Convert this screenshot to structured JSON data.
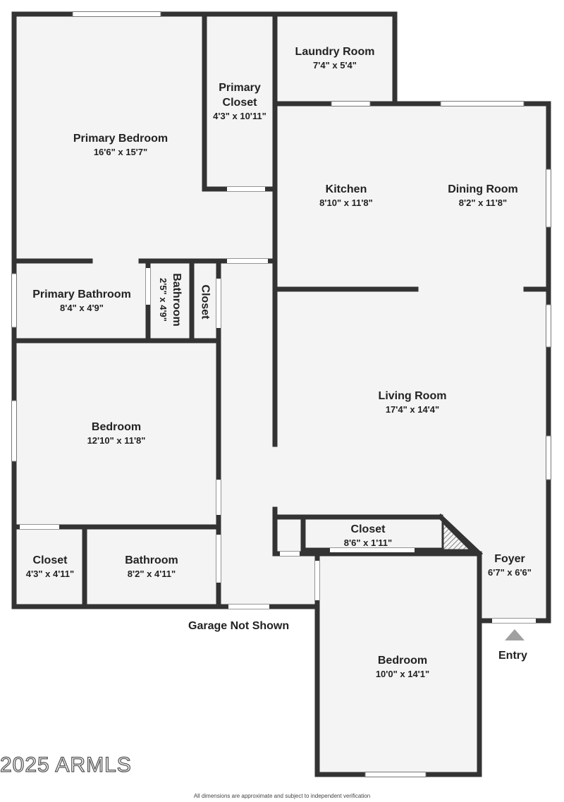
{
  "rooms": {
    "primary_bedroom": {
      "name": "Primary Bedroom",
      "dims": "16'6\" x 15'7\""
    },
    "primary_closet": {
      "name_line1": "Primary",
      "name_line2": "Closet",
      "dims": "4'3\" x 10'11\""
    },
    "laundry_room": {
      "name": "Laundry Room",
      "dims": "7'4\" x 5'4\""
    },
    "kitchen": {
      "name": "Kitchen",
      "dims": "8'10\" x 11'8\""
    },
    "dining_room": {
      "name": "Dining Room",
      "dims": "8'2\" x 11'8\""
    },
    "primary_bathroom": {
      "name": "Primary Bathroom",
      "dims": "8'4\" x 4'9\""
    },
    "bathroom_small": {
      "name": "Bathroom",
      "dims": "2'5\" x 4'9\""
    },
    "closet_hall": {
      "name": "Closet"
    },
    "living_room": {
      "name": "Living Room",
      "dims": "17'4\" x 14'4\""
    },
    "bedroom_left": {
      "name": "Bedroom",
      "dims": "12'10\" x 11'8\""
    },
    "closet_lower_left": {
      "name": "Closet",
      "dims": "4'3\" x 4'11\""
    },
    "bathroom_lower": {
      "name": "Bathroom",
      "dims": "8'2\" x 4'11\""
    },
    "closet_center": {
      "name": "Closet",
      "dims": "8'6\" x 1'11\""
    },
    "foyer": {
      "name": "Foyer",
      "dims": "6'7\" x 6'6\""
    },
    "bedroom_lower": {
      "name": "Bedroom",
      "dims": "10'0\" x 14'1\""
    }
  },
  "notes": {
    "garage": "Garage Not Shown",
    "entry": "Entry"
  },
  "copyright": "2025 ARMLS",
  "disclaimer": "All dimensions are approximate and subject to independent verification",
  "colors": {
    "wall": "#333333",
    "floor": "#f4f4f4",
    "window": "#ffffff",
    "entry_arrow": "#a0a0a0"
  }
}
